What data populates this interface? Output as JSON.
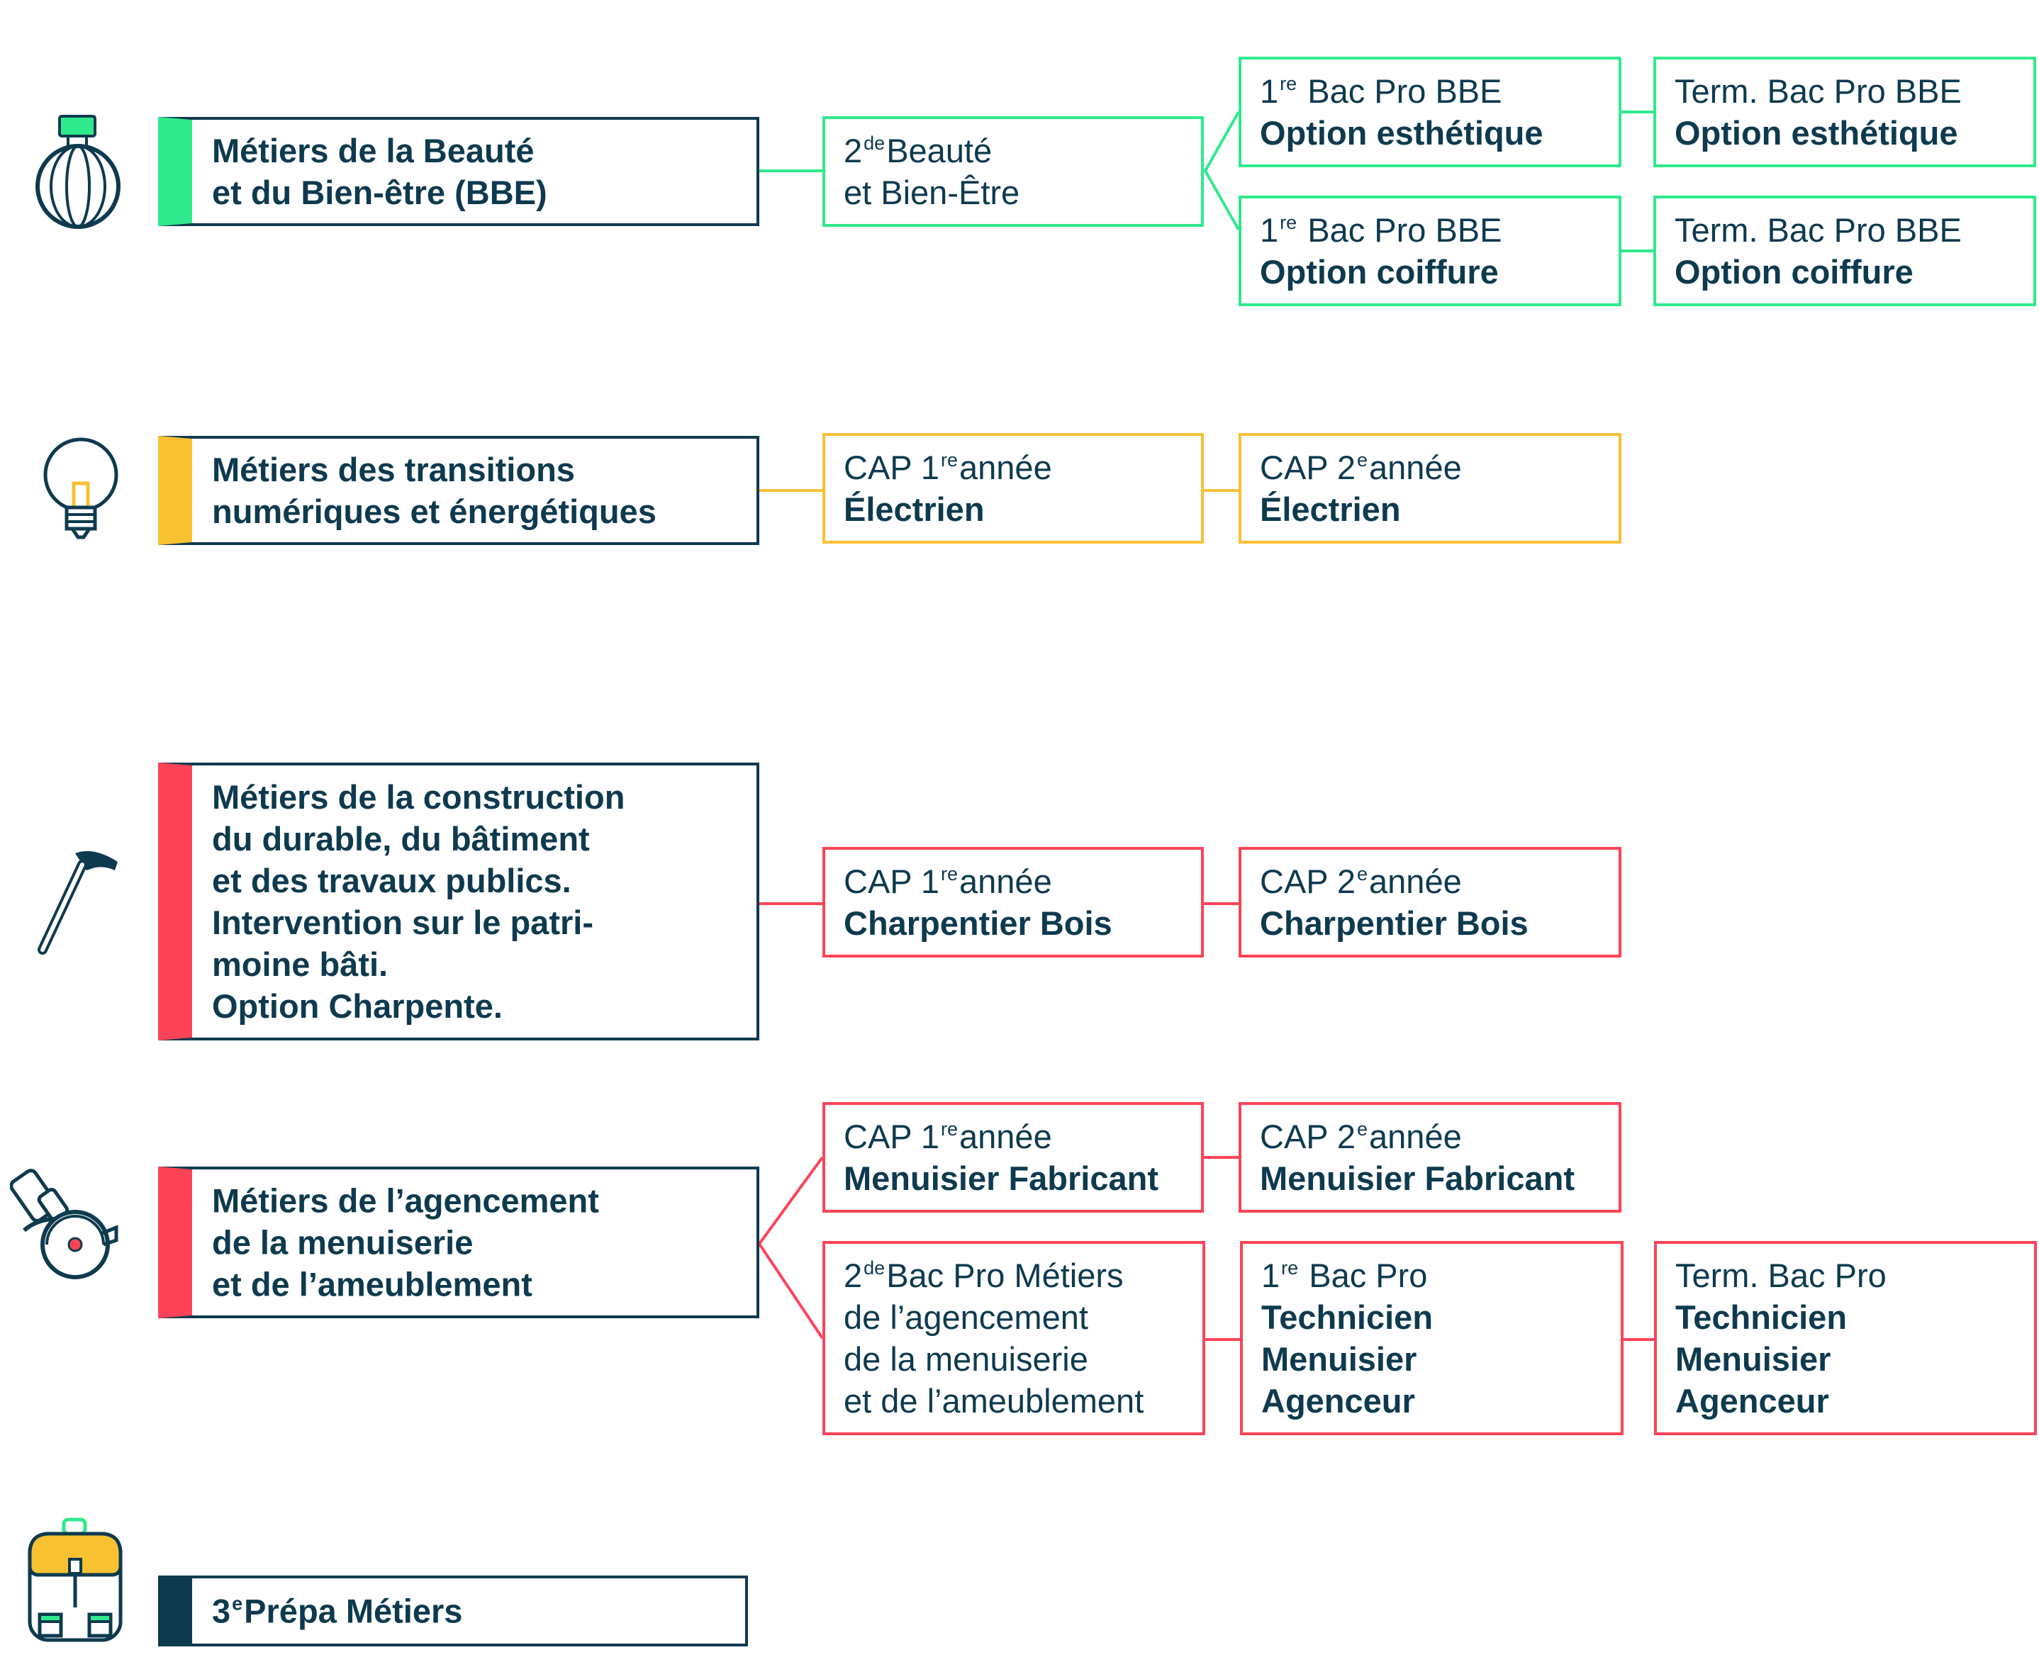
{
  "colors": {
    "navy": "#0e3a4f",
    "green": "#2fea8c",
    "yellow": "#f8c132",
    "red": "#fd4357"
  },
  "families": {
    "bbe": {
      "icon": "perfume-bottle-icon",
      "lines": [
        "Métiers de la Beauté",
        "et du Bien-être (BBE)"
      ]
    },
    "transitions": {
      "icon": "light-bulb-icon",
      "lines": [
        "Métiers des transitions",
        "numériques et énergétiques"
      ]
    },
    "construction": {
      "icon": "hammer-icon",
      "lines": [
        "Métiers de la construction",
        "du durable, du bâtiment",
        "et des travaux publics.",
        "Intervention sur le patri-",
        "moine bâti.",
        "Option Charpente."
      ]
    },
    "agencement": {
      "icon": "circular-saw-icon",
      "lines": [
        "Métiers de l’agencement",
        "de la menuiserie",
        "et de l’ameublement"
      ]
    },
    "prepa": {
      "icon": "backpack-icon",
      "num": "3",
      "sup": "e",
      "label": "Prépa Métiers"
    }
  },
  "steps": {
    "bbe_2de": {
      "num": "2",
      "sup": "de",
      "line1": "Beauté",
      "line2": "et Bien-Être"
    },
    "bbe_1re_esth": {
      "num": "1",
      "sup": "re",
      "line1": "Bac Pro BBE",
      "line2": "Option esthétique"
    },
    "bbe_term_esth": {
      "line1": "Term. Bac Pro BBE",
      "line2": "Option esthétique"
    },
    "bbe_1re_coif": {
      "num": "1",
      "sup": "re",
      "line1": "Bac Pro BBE",
      "line2": "Option coiffure"
    },
    "bbe_term_coif": {
      "line1": "Term. Bac Pro BBE",
      "line2": "Option coiffure"
    },
    "elec_1": {
      "pre": "CAP 1",
      "sup": "re",
      "line1": "année",
      "line2": "Électrien"
    },
    "elec_2": {
      "pre": "CAP 2",
      "sup": "e",
      "line1": "année",
      "line2": "Électrien"
    },
    "charp_1": {
      "pre": "CAP 1",
      "sup": "re",
      "line1": "année",
      "line2": "Charpentier Bois"
    },
    "charp_2": {
      "pre": "CAP 2",
      "sup": "e",
      "line1": "année",
      "line2": "Charpentier Bois"
    },
    "menu_1": {
      "pre": "CAP 1",
      "sup": "re",
      "line1": "année",
      "line2": "Menuisier Fabricant"
    },
    "menu_2": {
      "pre": "CAP 2",
      "sup": "e",
      "line1": "année",
      "line2": "Menuisier Fabricant"
    },
    "agen_2de": {
      "num": "2",
      "sup": "de",
      "line1": "Bac Pro Métiers",
      "line2": "de l’agencement",
      "line3": "de la menuiserie",
      "line4": "et de l’ameublement"
    },
    "agen_1re": {
      "num": "1",
      "sup": "re",
      "line1": "Bac Pro",
      "line2": "Technicien",
      "line3": "Menuisier",
      "line4": "Agenceur"
    },
    "agen_term": {
      "line1": "Term. Bac Pro",
      "line2": "Technicien",
      "line3": "Menuisier",
      "line4": "Agenceur"
    }
  }
}
